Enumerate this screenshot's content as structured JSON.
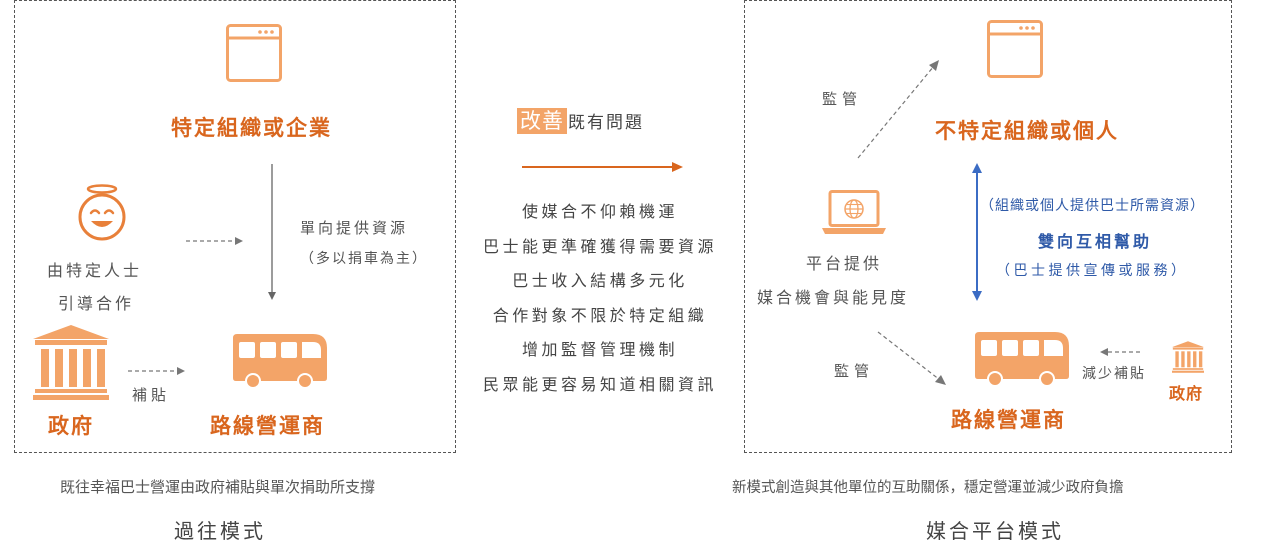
{
  "past": {
    "org_title": "特定組織或企業",
    "one_way_label": "單向提供資源",
    "one_way_note": "（多以捐車為主）",
    "guide_line1": "由特定人士",
    "guide_line2": "引導合作",
    "gov_label": "政府",
    "subsidy_label": "補貼",
    "operator_label": "路線營運商",
    "caption": "既往幸福巴士營運由政府補貼與單次捐助所支撐",
    "mode_title": "過往模式"
  },
  "middle": {
    "improve_highlight": "改善",
    "improve_rest": "既有問題",
    "items": [
      "使媒合不仰賴機運",
      "巴士能更準確獲得需要資源",
      "巴士收入結構多元化",
      "合作對象不限於特定組織",
      "增加監督管理機制",
      "民眾能更容易知道相關資訊"
    ]
  },
  "platform": {
    "org_title": "不特定組織或個人",
    "supervise_top": "監管",
    "supervise_bottom": "監管",
    "platform_line1": "平台提供",
    "platform_line2": "媒合機會與能見度",
    "resource_note": "（組織或個人提供巴士所需資源）",
    "mutual_help": "雙向互相幫助",
    "service_note": "（巴士提供宣傳或服務）",
    "operator_label": "路線營運商",
    "reduce_subsidy": "減少補貼",
    "gov_label": "政府",
    "caption": "新模式創造與其他單位的互助關係，穩定營運並減少政府負擔",
    "mode_title": "媒合平台模式"
  },
  "colors": {
    "orange": "#d9661e",
    "light_orange": "#f3a468",
    "blue": "#3b6cc4",
    "gray": "#555555"
  },
  "icons": [
    "browser-window-icon",
    "smiley-face-icon",
    "government-building-icon",
    "bus-icon",
    "laptop-globe-icon"
  ]
}
